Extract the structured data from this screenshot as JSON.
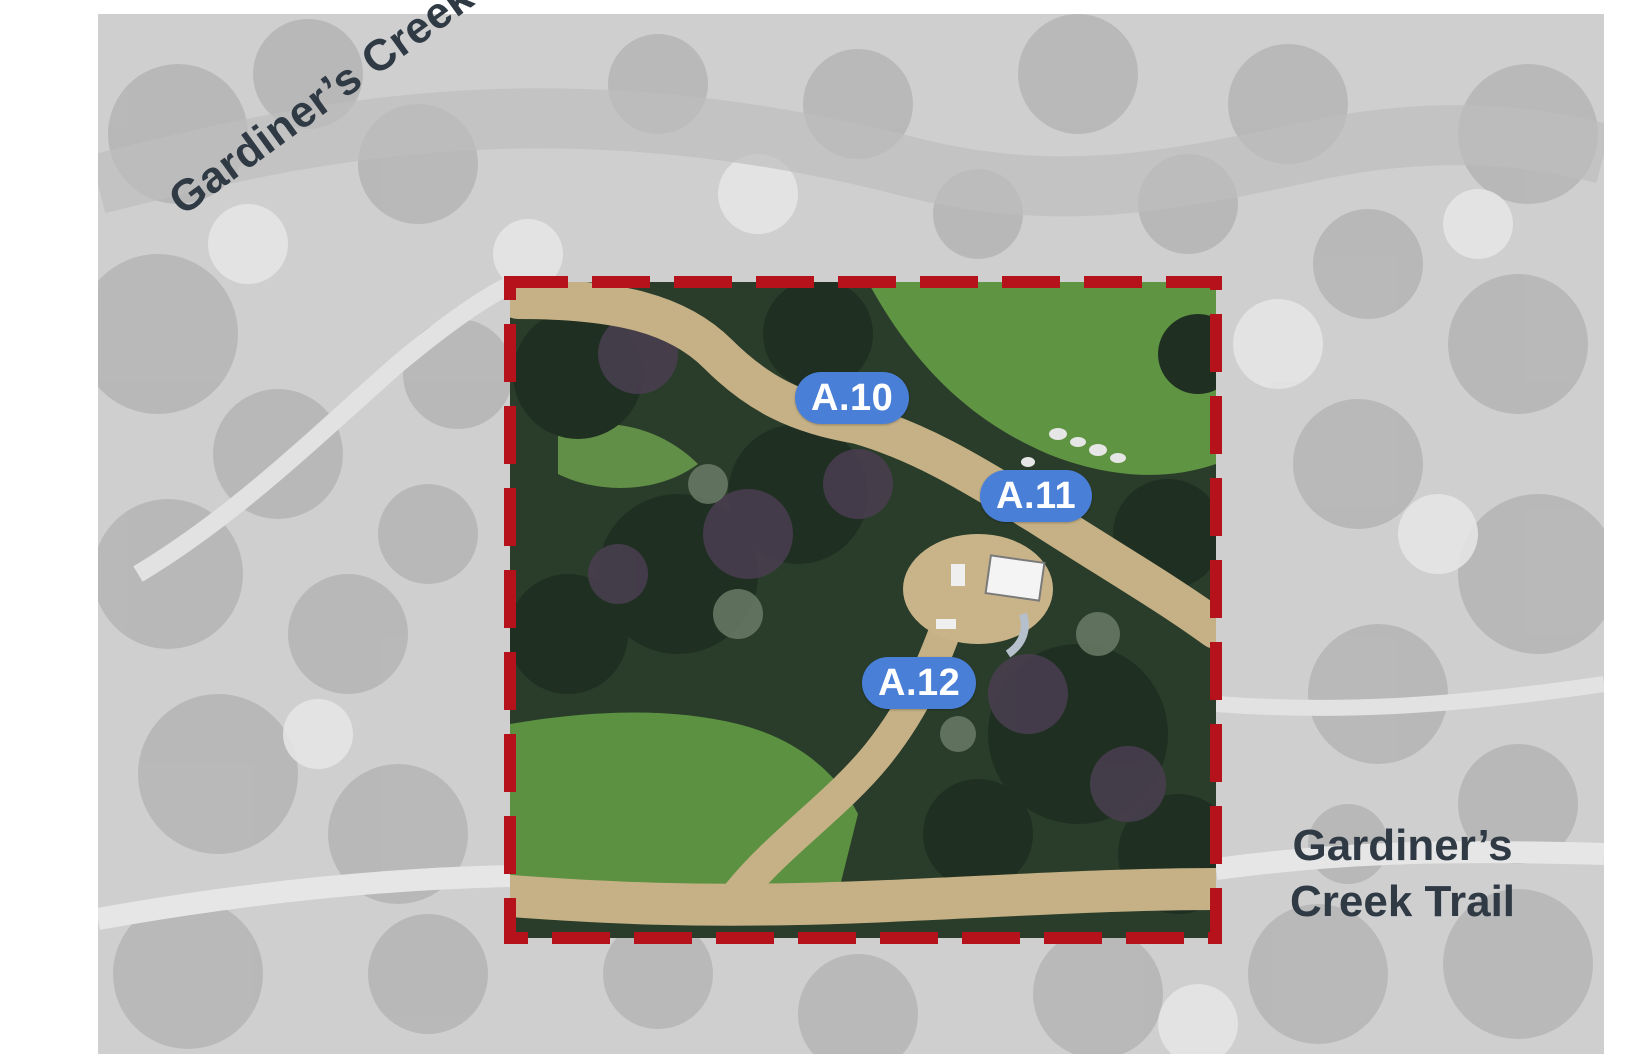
{
  "labels": {
    "creek": "Gardiner’s Creek",
    "trail": [
      "Gardiner’s",
      "Creek Trail"
    ]
  },
  "markers": [
    "A.10",
    "A.11",
    "A.12"
  ],
  "colors": {
    "boundary": "#b5121b",
    "marker_fill": "#4a7fd8",
    "marker_text": "#ffffff",
    "label_text": "#2f3a45",
    "grass": "#5f9442",
    "canopy": "#1e2e1f",
    "path": "#c6b186"
  }
}
